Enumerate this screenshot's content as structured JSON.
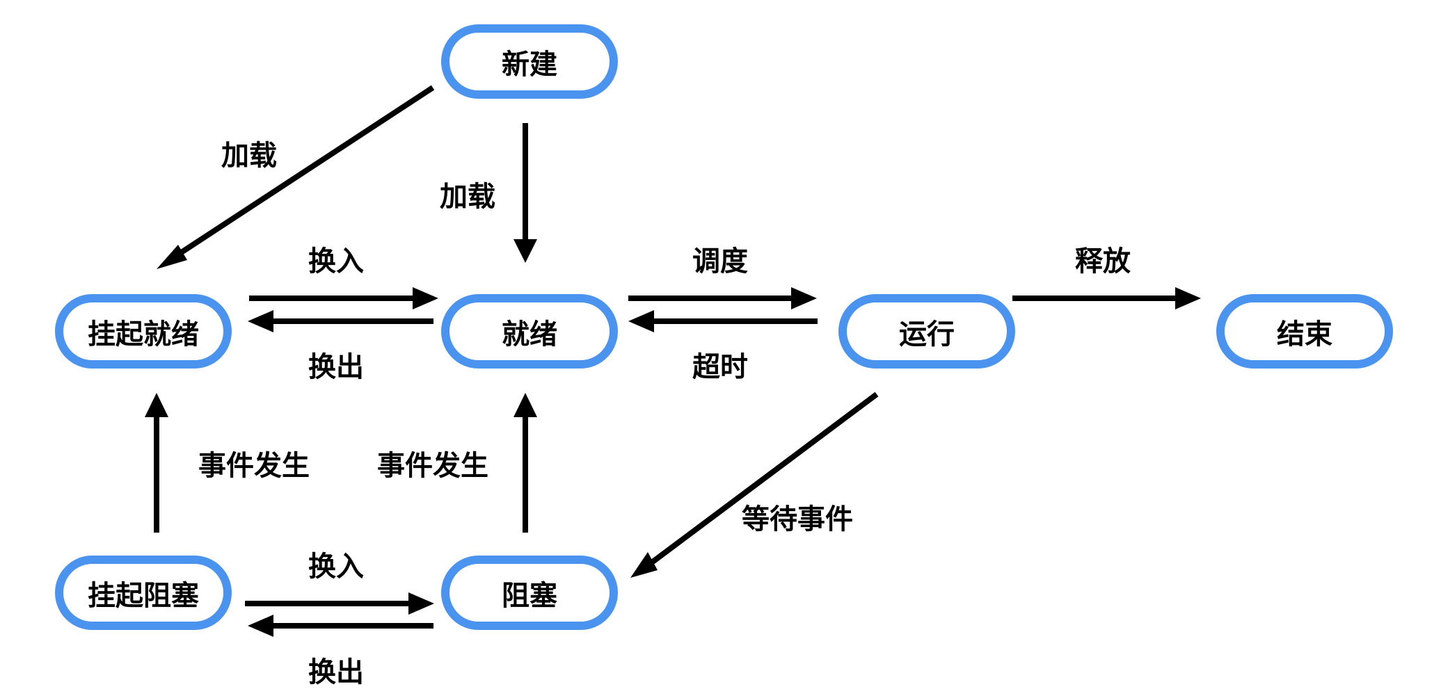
{
  "colors": {
    "node_border": "#4A93EE",
    "arrow": "#000000",
    "background": "#FFFFFF"
  },
  "nodes": {
    "new": "新建",
    "suspend_ready": "挂起就绪",
    "ready": "就绪",
    "running": "运行",
    "end": "结束",
    "suspend_blocked": "挂起阻塞",
    "blocked": "阻塞"
  },
  "edges": {
    "new_to_suspend_ready": "加载",
    "new_to_ready": "加载",
    "suspend_ready_to_ready": "换入",
    "ready_to_suspend_ready": "换出",
    "ready_to_running": "调度",
    "running_to_ready": "超时",
    "running_to_end": "释放",
    "suspend_blocked_to_suspend_ready": "事件发生",
    "blocked_to_ready": "事件发生",
    "running_to_blocked": "等待事件",
    "suspend_blocked_to_blocked": "换入",
    "blocked_to_suspend_blocked": "换出"
  }
}
